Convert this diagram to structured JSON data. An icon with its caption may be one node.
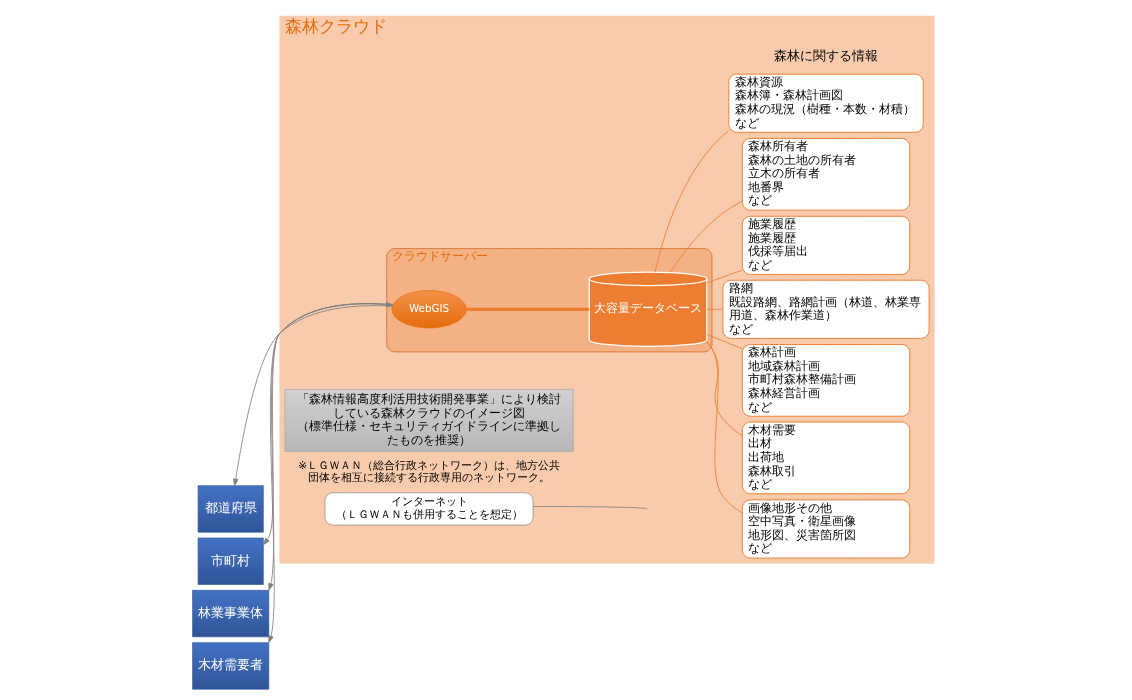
{
  "diagram": {
    "nodes": [
      {
        "text": [
          "森林クラウド"
        ]
      },
      {
        "text": [
          "都道府県"
        ]
      },
      {
        "text": [
          "市町村"
        ]
      },
      {
        "text": [
          "林業事業体"
        ]
      },
      {
        "text": [
          "木材需要者"
        ]
      },
      {
        "text": [
          "クラウドサーバー"
        ],
        "in": 0
      },
      {
        "text": [
          "WebGIS"
        ],
        "in": 5
      },
      {
        "text": [
          "大容量データベース"
        ],
        "in": 5
      },
      {
        "text": [
          "インターネット",
          "（ＬＧＷＡＮも併用することを想定）"
        ],
        "in": 0
      },
      {
        "text": [
          "「森林情報高度利活用技術開発事業」により検討している森林クラウドのイメージ図",
          "（標準仕様・セキュリティガイドラインに準拠したものを推奨）"
        ],
        "in": 0
      },
      {
        "text": [
          "森林資源",
          "森林簿・森林計画図",
          "森林の現況（樹種・本数・材積）",
          "など"
        ],
        "in": 0
      },
      {
        "text": [
          "森林所有者",
          "森林の土地の所有者",
          "立木の所有者",
          "地番界",
          "など"
        ],
        "in": 0
      },
      {
        "text": [
          "施業履歴",
          "施業履歴",
          "伐採等届出",
          "など"
        ],
        "in": 0
      },
      {
        "text": [
          "路網",
          "既設路網、路網計画（林道、林業専用道、森林作業道）",
          "など"
        ],
        "in": 0
      },
      {
        "text": [
          "森林計画",
          "地域森林計画",
          "市町村森林整備計画",
          "森林経営計画",
          "など"
        ],
        "in": 0
      },
      {
        "text": [
          "木材需要",
          "出材",
          "出荷地",
          "森林取引",
          "など"
        ],
        "in": 0
      },
      {
        "text": [
          "画像地形その他",
          "空中写真・衛星画像",
          "地形図、災害箇所図",
          "など"
        ],
        "in": 0
      }
    ],
    "edges": [
      {
        "from": 6,
        "to": 1,
        "arrow": "to",
        "color": "#808080"
      },
      {
        "from": 6,
        "to": 2,
        "arrow": "both",
        "color": "#808080"
      },
      {
        "from": 6,
        "to": 3,
        "arrow": "to",
        "color": "#808080"
      },
      {
        "from": 6,
        "to": 4,
        "arrow": "to",
        "color": "#808080"
      },
      {
        "from": 6,
        "to": 7,
        "arrow": "none",
        "style": "thick"
      },
      {
        "from": 7,
        "to": 10,
        "arrow": "none"
      },
      {
        "from": 7,
        "to": 11,
        "arrow": "none"
      },
      {
        "from": 7,
        "to": 12,
        "arrow": "none"
      },
      {
        "from": 7,
        "to": 13,
        "arrow": "none"
      },
      {
        "from": 7,
        "to": 14,
        "arrow": "none"
      },
      {
        "from": 7,
        "to": 15,
        "arrow": "none"
      },
      {
        "from": 7,
        "to": 16,
        "arrow": "none"
      },
      {
        "from": 8,
        "to": null,
        "arrow": "none",
        "color": "#808080"
      }
    ],
    "labels": [
      "森林に関する情報",
      "※ＬＧＷＡＮ（総合行政ネットワーク）は、地方公共団体を相互に接続する行政専用のネットワーク。"
    ]
  }
}
